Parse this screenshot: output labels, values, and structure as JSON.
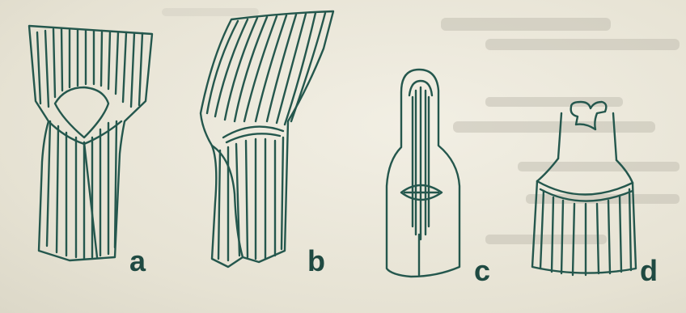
{
  "labels": {
    "a": "a",
    "b": "b",
    "c": "c",
    "d": "d"
  },
  "colors": {
    "ink": "#24574d",
    "paper": "#ece9dc",
    "bleed": "#b8b4a6"
  }
}
